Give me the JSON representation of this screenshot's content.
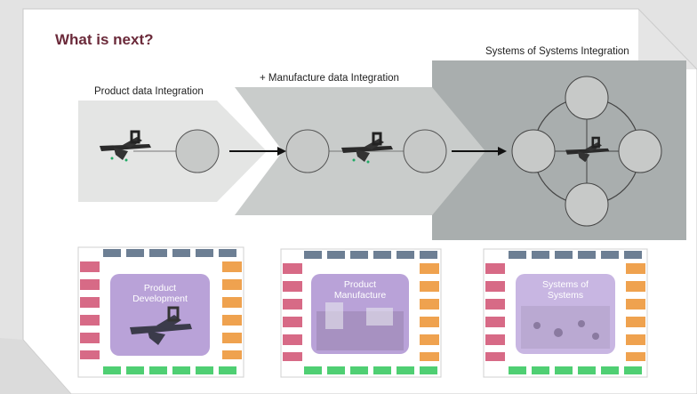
{
  "slide": {
    "title": "What is next?",
    "stages": [
      {
        "label": "Product data Integration"
      },
      {
        "label": "+ Manufacture data Integration"
      },
      {
        "label": "Systems of Systems Integration"
      }
    ],
    "thumbnails": [
      {
        "line1": "Product",
        "line2": "Development"
      },
      {
        "line1": "Product",
        "line2": "Manufacture"
      },
      {
        "line1": "Systems of",
        "line2": "Systems"
      }
    ]
  },
  "colors": {
    "title": "#6b2a3a",
    "stage1": "#dcdedd",
    "stage2": "#c9cccb",
    "stage3": "#a9aeae",
    "node": "#c7c9c8",
    "pink": "#d76a86",
    "orange": "#efa24f",
    "green": "#4fcf73",
    "blue_gray": "#6d7f94",
    "lavender": "#b9a2d8"
  }
}
